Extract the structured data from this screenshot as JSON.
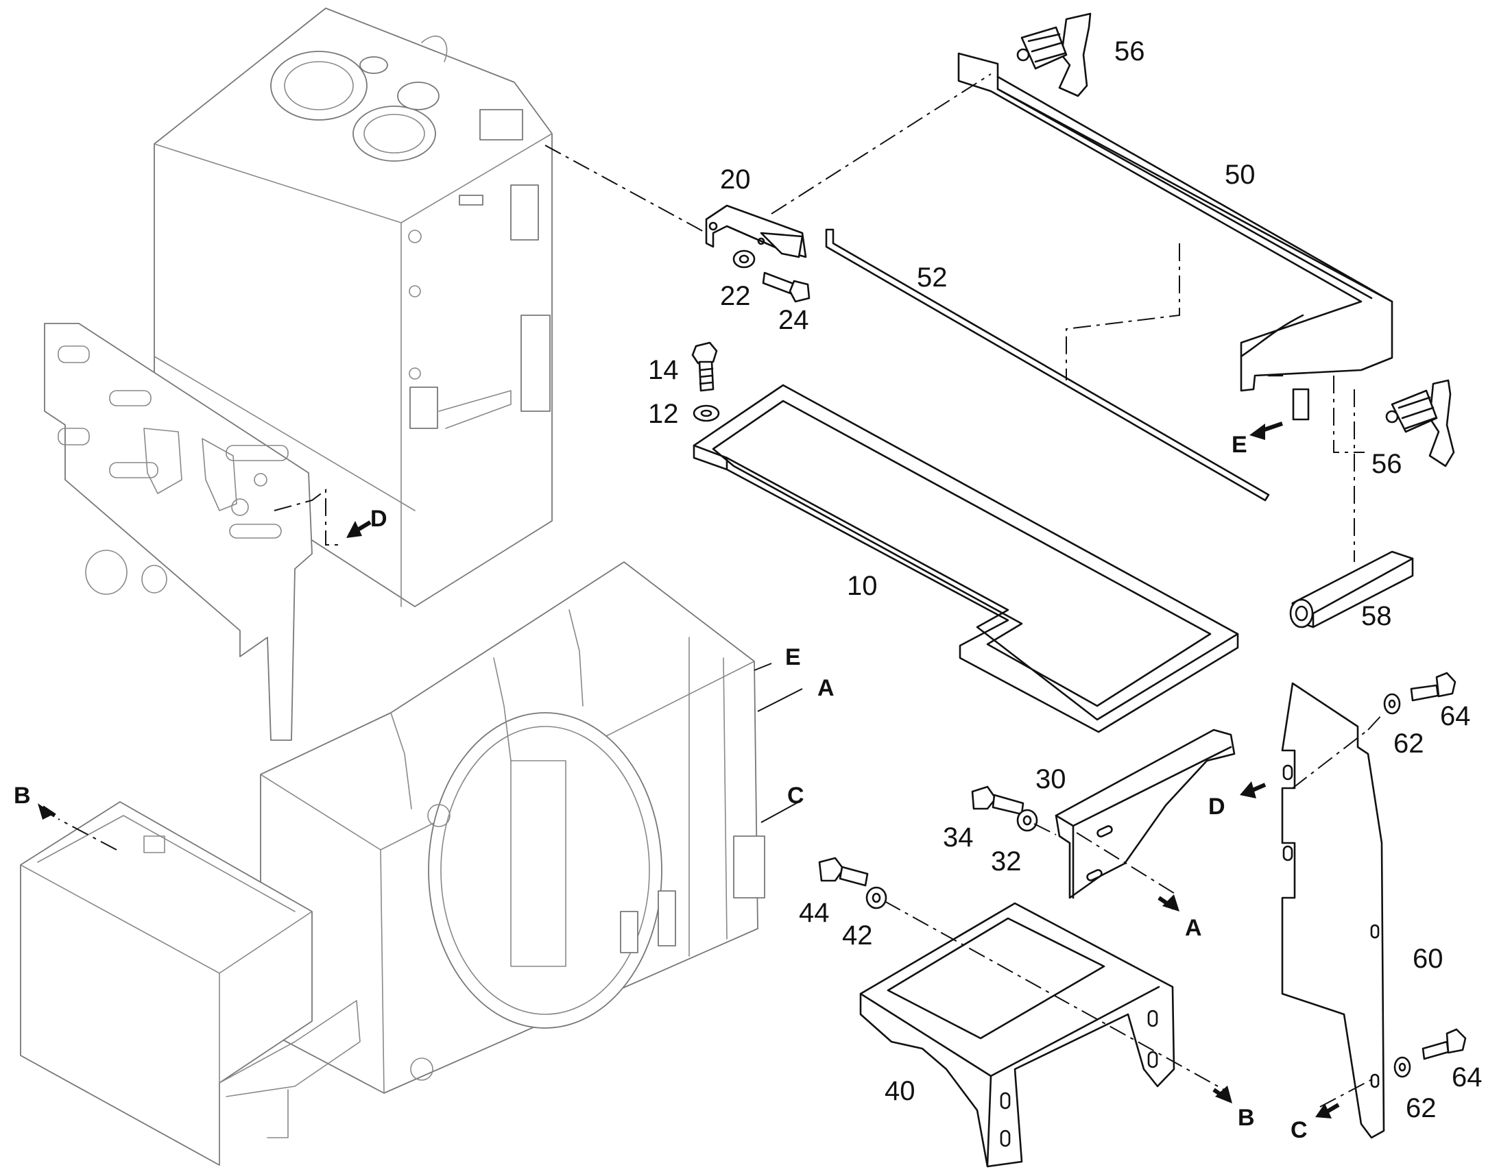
{
  "callouts": {
    "p10": "10",
    "p12": "12",
    "p14": "14",
    "p20": "20",
    "p22": "22",
    "p24": "24",
    "p30": "30",
    "p32": "32",
    "p34": "34",
    "p40": "40",
    "p42": "42",
    "p44": "44",
    "p50": "50",
    "p52": "52",
    "p56a": "56",
    "p56b": "56",
    "p58": "58",
    "p60": "60",
    "p62a": "62",
    "p62b": "62",
    "p64a": "64",
    "p64b": "64"
  },
  "refs": {
    "A1": "A",
    "A2": "A",
    "B1": "B",
    "B2": "B",
    "C1": "C",
    "C2": "C",
    "D1": "D",
    "D2": "D",
    "E1": "E",
    "E2": "E"
  }
}
